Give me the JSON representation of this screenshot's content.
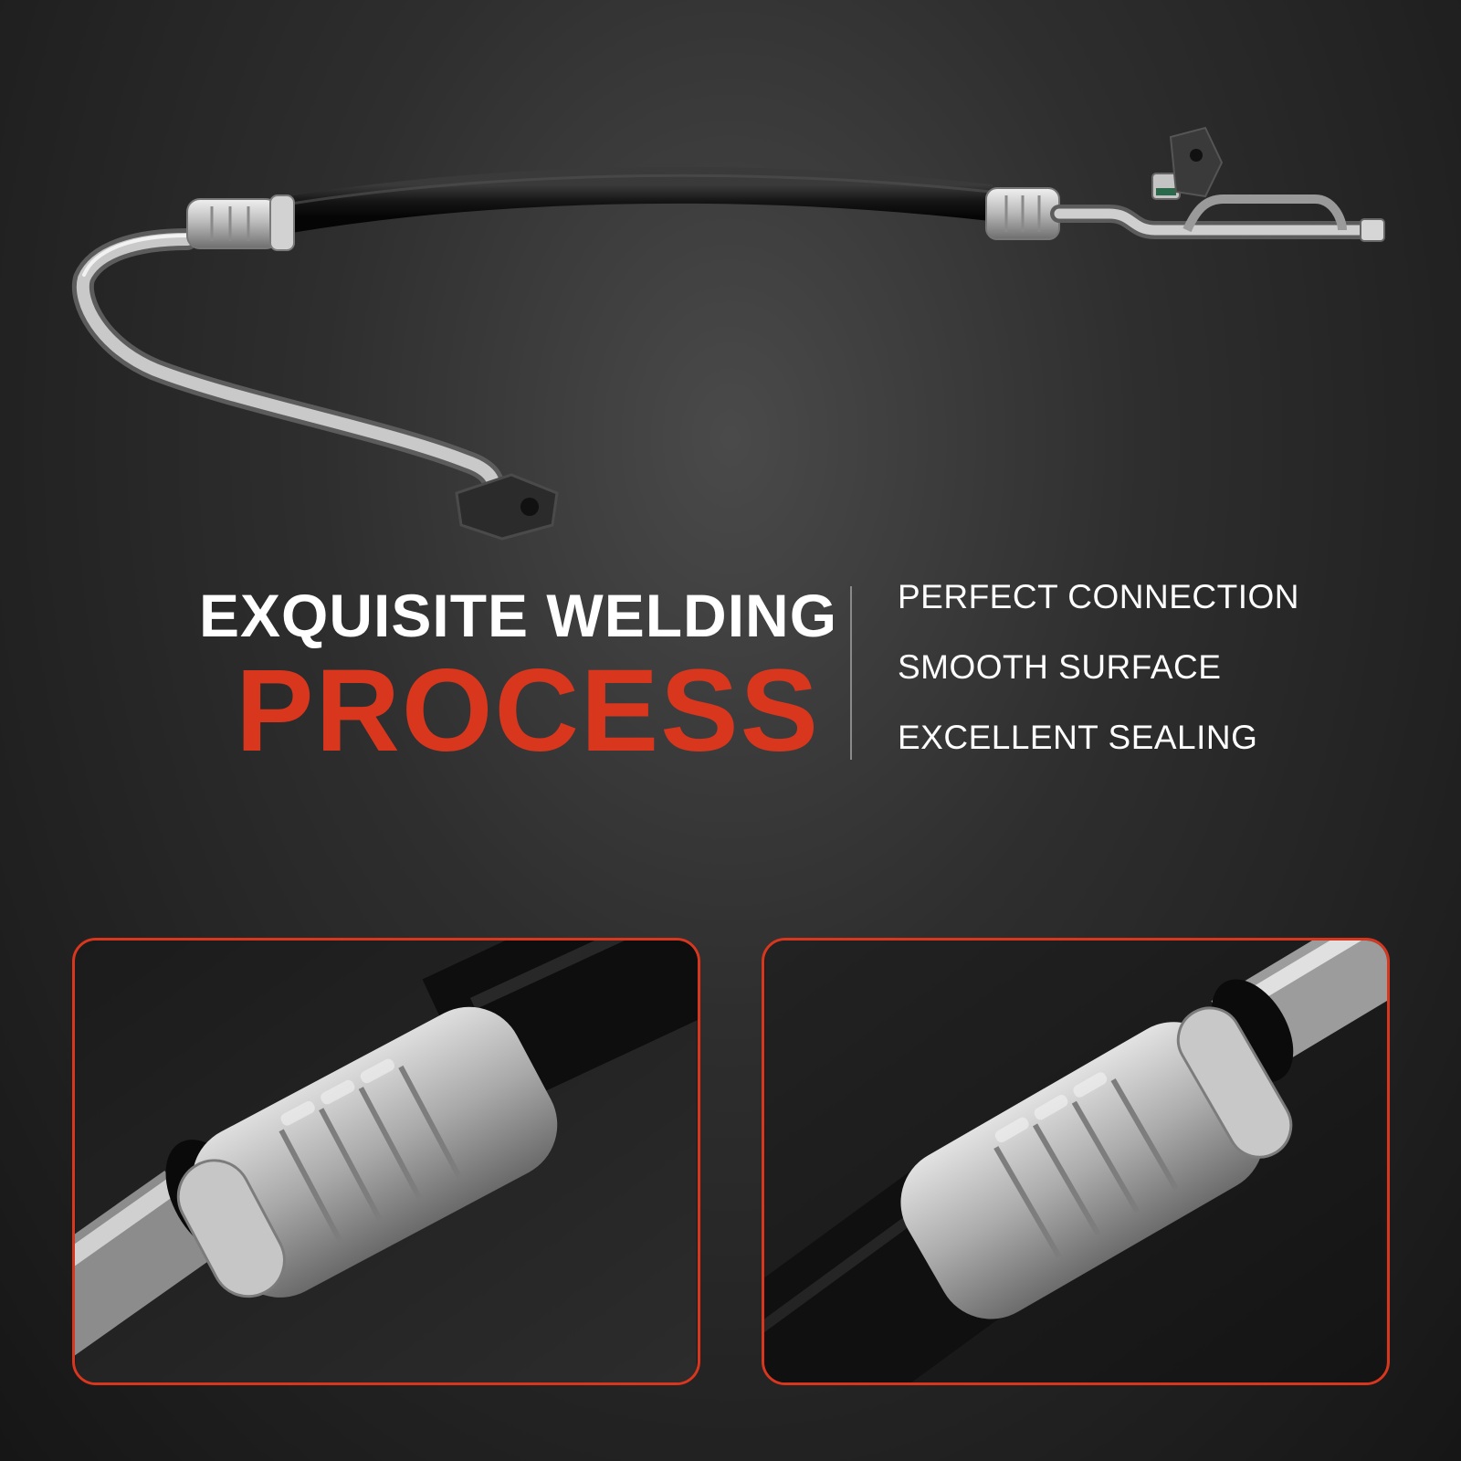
{
  "headline": {
    "line1": "EXQUISITE WELDING",
    "line2": "PROCESS"
  },
  "features": [
    "PERFECT CONNECTION",
    "SMOOTH SURFACE",
    "EXCELLENT SEALING"
  ],
  "colors": {
    "accent": "#d9361e",
    "background": "#2a2a2a",
    "text": "#ffffff"
  }
}
